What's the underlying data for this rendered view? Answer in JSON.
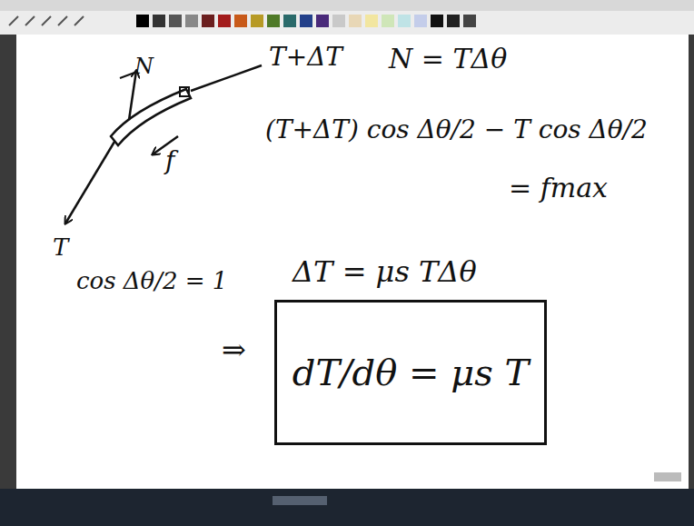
{
  "diagram": {
    "nodes": [
      {
        "text": [
          "dT/dθ = μs T"
        ]
      }
    ],
    "labels": [
      "N",
      "T+ΔT",
      "N = TΔθ",
      "f",
      "T",
      "(T+ΔT) cos Δθ/2 − T cos Δθ/2",
      "= fmax",
      "cos Δθ/2 = 1",
      "ΔT = μs TΔθ",
      "⇒"
    ]
  }
}
